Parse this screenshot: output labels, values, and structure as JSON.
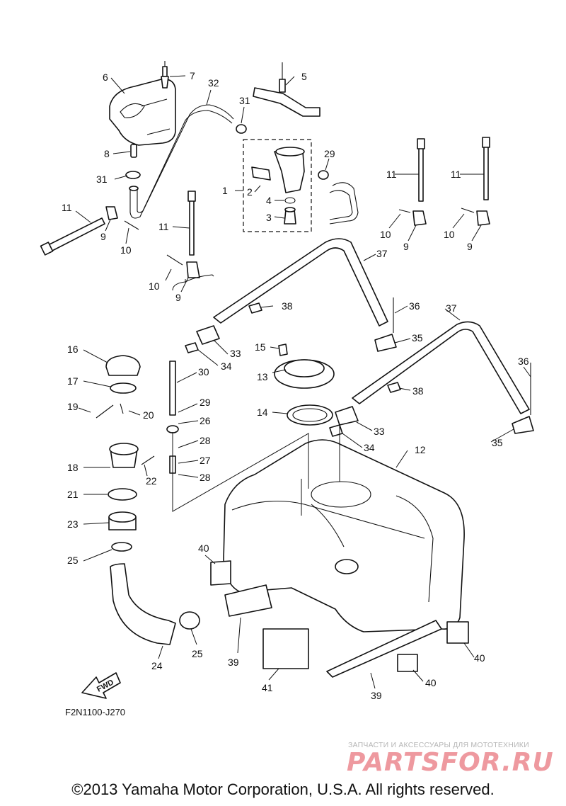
{
  "callouts": [
    {
      "id": "c1",
      "text": "1"
    },
    {
      "id": "c2",
      "text": "2"
    },
    {
      "id": "c3",
      "text": "3"
    },
    {
      "id": "c4",
      "text": "4"
    },
    {
      "id": "c5",
      "text": "5"
    },
    {
      "id": "c6",
      "text": "6"
    },
    {
      "id": "c7",
      "text": "7"
    },
    {
      "id": "c8",
      "text": "8"
    },
    {
      "id": "c9a",
      "text": "9"
    },
    {
      "id": "c9b",
      "text": "9"
    },
    {
      "id": "c9c",
      "text": "9"
    },
    {
      "id": "c9d",
      "text": "9"
    },
    {
      "id": "c10a",
      "text": "10"
    },
    {
      "id": "c10b",
      "text": "10"
    },
    {
      "id": "c10c",
      "text": "10"
    },
    {
      "id": "c10d",
      "text": "10"
    },
    {
      "id": "c11a",
      "text": "11"
    },
    {
      "id": "c11b",
      "text": "11"
    },
    {
      "id": "c11c",
      "text": "11"
    },
    {
      "id": "c11d",
      "text": "11"
    },
    {
      "id": "c12",
      "text": "12"
    },
    {
      "id": "c13",
      "text": "13"
    },
    {
      "id": "c14",
      "text": "14"
    },
    {
      "id": "c15",
      "text": "15"
    },
    {
      "id": "c16",
      "text": "16"
    },
    {
      "id": "c17",
      "text": "17"
    },
    {
      "id": "c18",
      "text": "18"
    },
    {
      "id": "c19",
      "text": "19"
    },
    {
      "id": "c20",
      "text": "20"
    },
    {
      "id": "c21",
      "text": "21"
    },
    {
      "id": "c22",
      "text": "22"
    },
    {
      "id": "c23",
      "text": "23"
    },
    {
      "id": "c24",
      "text": "24"
    },
    {
      "id": "c25a",
      "text": "25"
    },
    {
      "id": "c25b",
      "text": "25"
    },
    {
      "id": "c26",
      "text": "26"
    },
    {
      "id": "c27",
      "text": "27"
    },
    {
      "id": "c28a",
      "text": "28"
    },
    {
      "id": "c28b",
      "text": "28"
    },
    {
      "id": "c29a",
      "text": "29"
    },
    {
      "id": "c29b",
      "text": "29"
    },
    {
      "id": "c30",
      "text": "30"
    },
    {
      "id": "c31a",
      "text": "31"
    },
    {
      "id": "c31b",
      "text": "31"
    },
    {
      "id": "c32",
      "text": "32"
    },
    {
      "id": "c33a",
      "text": "33"
    },
    {
      "id": "c33b",
      "text": "33"
    },
    {
      "id": "c34a",
      "text": "34"
    },
    {
      "id": "c34b",
      "text": "34"
    },
    {
      "id": "c35a",
      "text": "35"
    },
    {
      "id": "c35b",
      "text": "35"
    },
    {
      "id": "c36a",
      "text": "36"
    },
    {
      "id": "c36b",
      "text": "36"
    },
    {
      "id": "c37a",
      "text": "37"
    },
    {
      "id": "c37b",
      "text": "37"
    },
    {
      "id": "c38a",
      "text": "38"
    },
    {
      "id": "c38b",
      "text": "38"
    },
    {
      "id": "c39a",
      "text": "39"
    },
    {
      "id": "c39b",
      "text": "39"
    },
    {
      "id": "c40a",
      "text": "40"
    },
    {
      "id": "c40b",
      "text": "40"
    },
    {
      "id": "c40c",
      "text": "40"
    },
    {
      "id": "c41",
      "text": "41"
    }
  ],
  "figure_code": "F2N1100-J270",
  "fwd_label": "FWD",
  "watermark": {
    "tagline": "ЗАПЧАСТИ И АКСЕССУАРЫ ДЛЯ МОТОТЕХНИКИ",
    "logo": "PARTSFOR.RU"
  },
  "copyright": "©2013 Yamaha Motor Corporation, U.S.A. All rights reserved."
}
